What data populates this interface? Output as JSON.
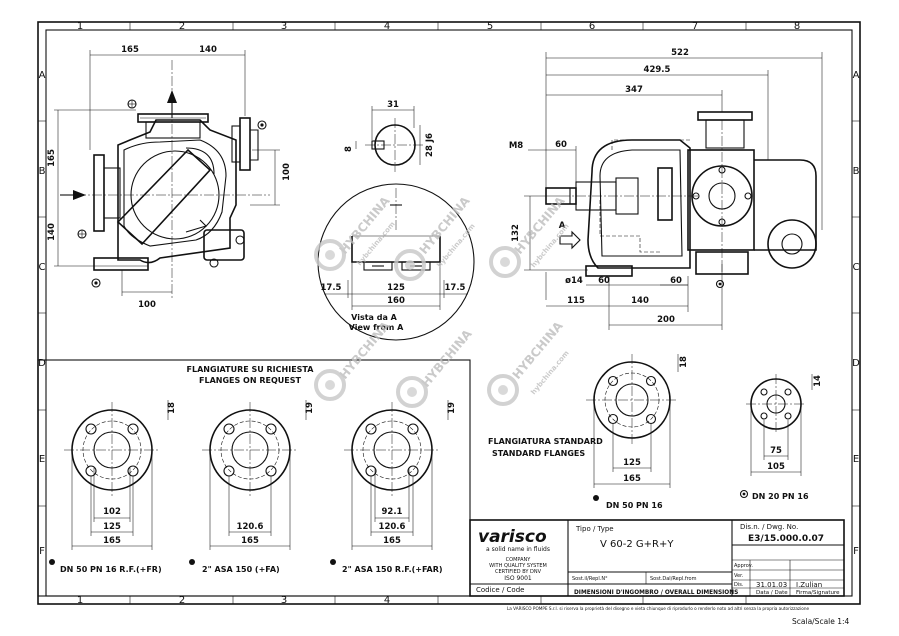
{
  "border": {
    "columns": [
      "1",
      "2",
      "3",
      "4",
      "5",
      "6",
      "7",
      "8"
    ],
    "rows": [
      "A",
      "B",
      "C",
      "D",
      "E",
      "F"
    ]
  },
  "dims": {
    "d165_top": "165",
    "d140_top": "140",
    "d165_left": "165",
    "d140_left": "140",
    "d100_right": "100",
    "d100_bottom": "100",
    "key_31": "31",
    "key_8": "8",
    "key_28": "28 J6",
    "d522": "522",
    "d429": "429.5",
    "d347": "347",
    "d60_top": "60",
    "m8": "M8",
    "d132": "132",
    "dia14": "ø14",
    "d60_a": "60",
    "d60_b": "60",
    "d115": "115",
    "d140_side": "140",
    "d200": "200",
    "v17a": "17.5",
    "v125": "125",
    "v17b": "17.5",
    "v160": "160",
    "f1_18": "18",
    "f1_102": "102",
    "f1_125": "125",
    "f1_165": "165",
    "f2_19": "19",
    "f2_120": "120.6",
    "f2_165": "165",
    "f3_19": "19",
    "f3_92": "92.1",
    "f3_120": "120.6",
    "f3_165": "165",
    "s1_18": "18",
    "s1_125": "125",
    "s1_165": "165",
    "s2_14": "14",
    "s2_75": "75",
    "s2_105": "105"
  },
  "labels": {
    "vista_it": "Vista da A",
    "vista_en": "View from A",
    "arrow_a": "A",
    "view_a": "A",
    "req_it": "FLANGIATURE SU RICHIESTA",
    "req_en": "FLANGES ON REQUEST",
    "std_it": "FLANGIATURA STANDARD",
    "std_en": "STANDARD FLANGES",
    "f1_name": "DN 50 PN 16 R.F.(+FR)",
    "f2_name": "2\" ASA 150 (+FA)",
    "f3_name": "2\" ASA 150 R.F.(+FAR)",
    "s1_name": "DN 50 PN 16",
    "s2_name": "DN 20 PN 16"
  },
  "watermark": {
    "brand": "HYBCHINA",
    "url": "hybchina.com"
  },
  "title_block": {
    "logo": "varisco",
    "tagline": "a solid name in fluids",
    "company_1": "COMPANY",
    "company_2": "WITH QUALITY SYSTEM",
    "company_3": "CERTIFIED BY DNV",
    "company_4": "ISO 9001",
    "tipo_label": "Tipo  /  Type",
    "tipo_value": "V 60-2 G+R+Y",
    "dis_label": "Dis.n.  /  Dwg. No.",
    "dis_value": "E3/15.000.0.07",
    "sost_label": "Sost.il/Repl.N°",
    "sost_dal": "Sost.Dal/Repl.from",
    "approv": "Approv.",
    "ver": "Ver.",
    "dis": "Dis.",
    "date": "31.01.03",
    "signature": "I.Zulian",
    "data_label": "Data / Date",
    "firma_label": "Firma/Signature",
    "codice": "Codice  /  Code",
    "description": "DIMENSIONI D'INGOMBRO / OVERALL DIMENSIONS",
    "footer": "La VARISCO POMPE S.r.l. si riserva la proprietà del disegno e vieta chiunque di riprodurlo o renderlo noto ad altri senza la propria autorizzazione",
    "scale": "Scala/Scale 1:4"
  }
}
